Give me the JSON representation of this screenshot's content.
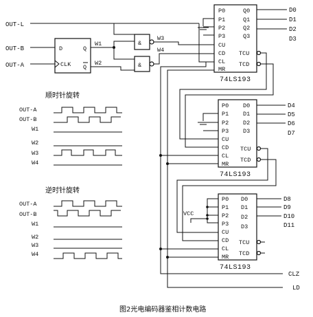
{
  "inputs": {
    "out_l": "OUT-L",
    "out_b": "OUT-B",
    "out_a": "OUT-A"
  },
  "dff": {
    "d": "D",
    "q": "Q",
    "clk": "CLK",
    "qbar": "Q"
  },
  "gates": {
    "and_symbol": "&",
    "w1": "W1",
    "w2": "W2",
    "w3": "W3",
    "w4": "W4"
  },
  "counters": [
    {
      "name": "74LS193",
      "left_pins": [
        "P0",
        "P1",
        "P2",
        "P3",
        "CU",
        "CD",
        "CL",
        "MR"
      ],
      "right_pins": [
        "Q0",
        "Q1",
        "Q2",
        "Q3",
        "TCU",
        "TCD"
      ],
      "outputs": [
        "D0",
        "D1",
        "D2",
        "D3"
      ]
    },
    {
      "name": "74LS193",
      "left_pins": [
        "P0",
        "P1",
        "P2",
        "P3",
        "CU",
        "CD",
        "CL",
        "MR"
      ],
      "right_pins": [
        "D0",
        "D1",
        "D2",
        "D3",
        "TCU",
        "TCD"
      ],
      "outputs": [
        "D4",
        "D5",
        "D6",
        "D7"
      ]
    },
    {
      "name": "74LS193",
      "left_pins": [
        "P0",
        "P1",
        "P2",
        "P3",
        "CU",
        "CD",
        "CL",
        "MR"
      ],
      "right_pins": [
        "D0",
        "D1",
        "D2",
        "D3",
        "TCU",
        "TCD"
      ],
      "outputs": [
        "D8",
        "D9",
        "D10",
        "D11"
      ]
    }
  ],
  "vcc": "VCC",
  "bus": {
    "clz": "CLZ",
    "ld": "LD"
  },
  "timing": {
    "cw_title": "顺时针旋转",
    "ccw_title": "逆时针旋转",
    "signals": [
      "OUT-A",
      "OUT-B",
      "W1",
      "W2",
      "W3",
      "W4"
    ]
  },
  "caption": "图2光电编码器鉴相计数电路"
}
